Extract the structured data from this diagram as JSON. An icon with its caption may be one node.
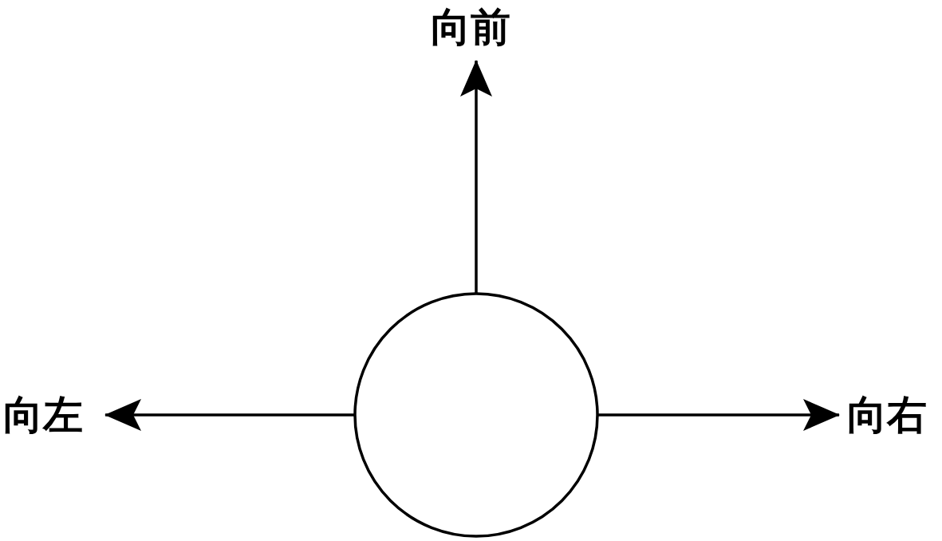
{
  "diagram": {
    "nodes": [
      {
        "text": [],
        "shape": "circle"
      },
      {
        "text": [
          "向前"
        ]
      },
      {
        "text": [
          "向左"
        ]
      },
      {
        "text": [
          "向右"
        ]
      }
    ],
    "edges": [
      {
        "from": 0,
        "to": 1,
        "arrow": "to"
      },
      {
        "from": 0,
        "to": 2,
        "arrow": "to"
      },
      {
        "from": 0,
        "to": 3,
        "arrow": "to"
      }
    ]
  }
}
